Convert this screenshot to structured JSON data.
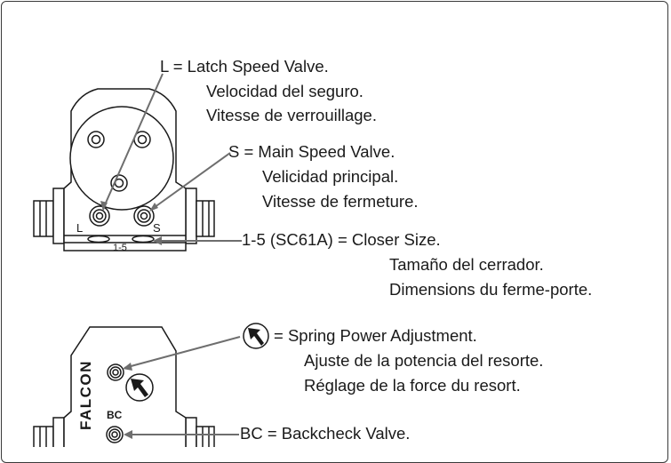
{
  "callouts": {
    "latch": {
      "title": "L = Latch Speed Valve.",
      "es": "Velocidad del seguro.",
      "fr": "Vitesse de verrouillage."
    },
    "main": {
      "title": "S = Main Speed Valve.",
      "es": "Velicidad principal.",
      "fr": "Vitesse de fermeture."
    },
    "size": {
      "title": "1-5 (SC61A) = Closer Size.",
      "es": "Tamaño del cerrador.",
      "fr": "Dimensions du ferme-porte."
    },
    "spring": {
      "title": "= Spring Power Adjustment.",
      "es": "Ajuste de la potencia del resorte.",
      "fr": "Réglage de la force du resort."
    },
    "backcheck": {
      "title": "BC = Backcheck Valve."
    }
  },
  "part_labels": {
    "valve_l": "L",
    "valve_s": "S",
    "size_stamp": "1-5",
    "brand": "FALCON",
    "bc_mark": "BC"
  },
  "colors": {
    "line": "#1a1a1a",
    "leader": "#6e6e6e",
    "fill": "#ffffff"
  },
  "icons": {
    "spring_power": "arrow-in-circle-icon"
  }
}
